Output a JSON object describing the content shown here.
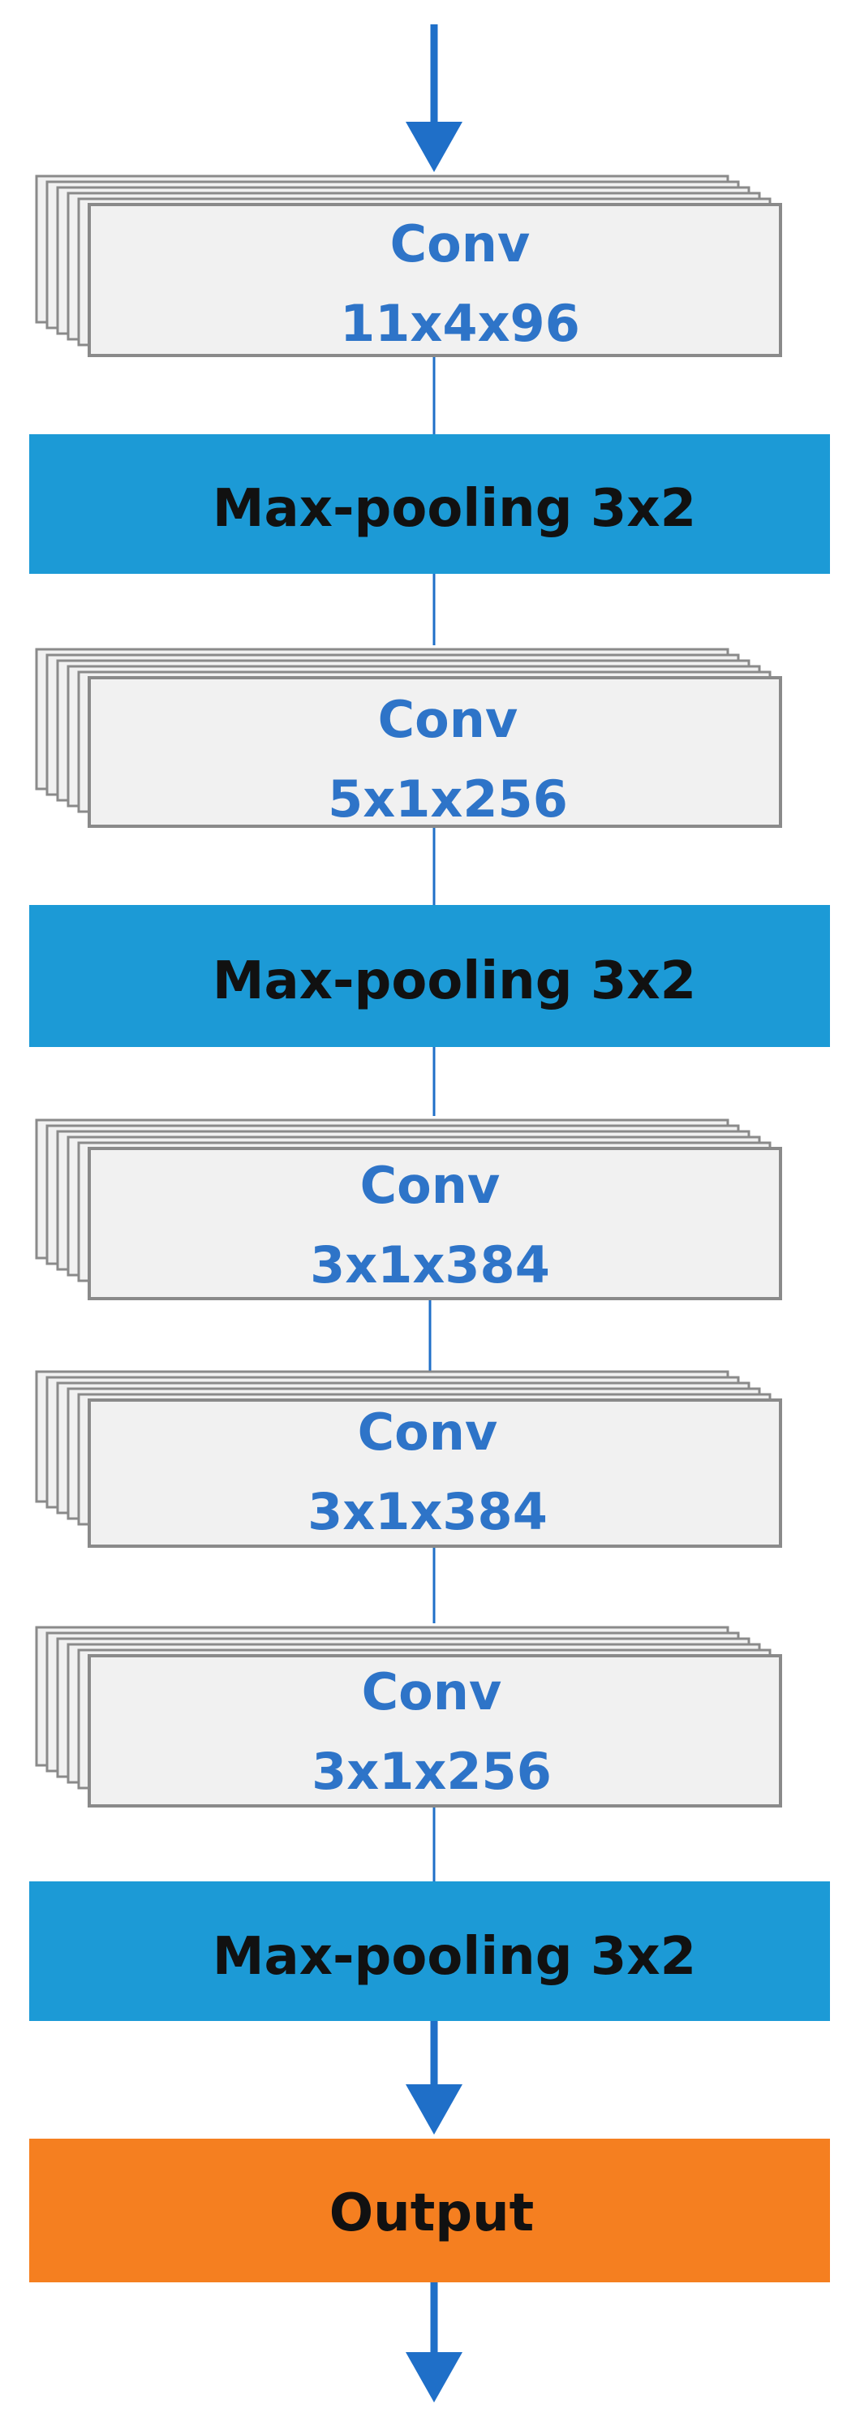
{
  "colors": {
    "arrow": "#1f6fc8",
    "conv_text": "#2e74c8",
    "pool_fill": "#1c9ad6",
    "output_fill": "#f57f20",
    "band_text": "#111111",
    "card_fill": "#f1f1f1",
    "card_stroke": "#8a8a8a"
  },
  "layers": [
    {
      "type": "conv",
      "name": "Conv",
      "size": "11x4x96"
    },
    {
      "type": "pool",
      "label": "Max-pooling 3x2"
    },
    {
      "type": "conv",
      "name": "Conv",
      "size": "5x1x256"
    },
    {
      "type": "pool",
      "label": "Max-pooling 3x2"
    },
    {
      "type": "conv",
      "name": "Conv",
      "size": "3x1x384"
    },
    {
      "type": "conv",
      "name": "Conv",
      "size": "3x1x384"
    },
    {
      "type": "conv",
      "name": "Conv",
      "size": "3x1x256"
    },
    {
      "type": "pool",
      "label": "Max-pooling 3x2"
    },
    {
      "type": "output",
      "label": "Output"
    }
  ]
}
